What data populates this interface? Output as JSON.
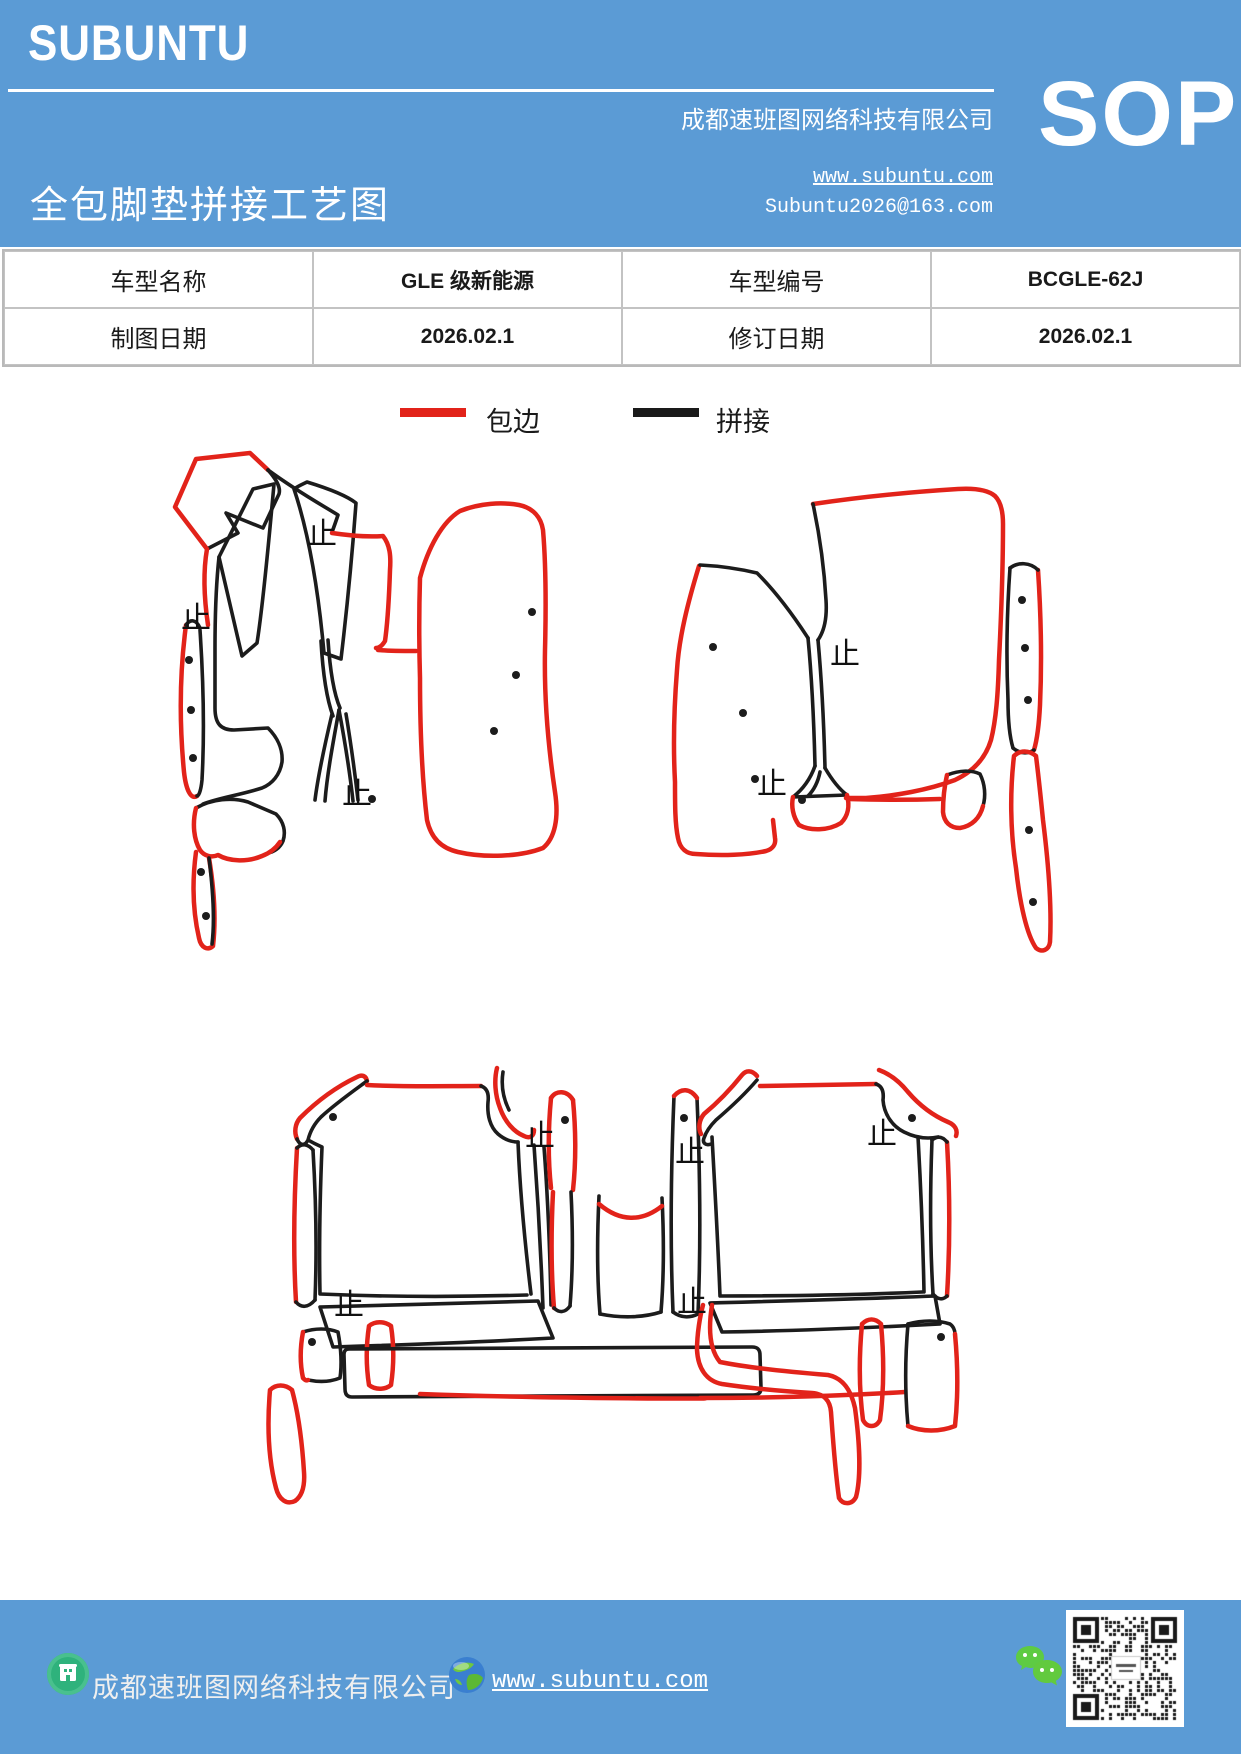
{
  "header": {
    "brand": "SUBUNTU",
    "title": "全包脚垫拼接工艺图",
    "company": "成都速班图网络科技有限公司",
    "website": "www.subuntu.com",
    "email": "Subuntu2026@163.com",
    "sop_badge": "SOP"
  },
  "table": {
    "rows": [
      [
        "车型名称",
        "GLE 级新能源",
        "车型编号",
        "BCGLE-62J"
      ],
      [
        "制图日期",
        "2026.02.1",
        "修订日期",
        "2026.02.1"
      ]
    ]
  },
  "legend": {
    "items": [
      {
        "label": "包边",
        "color": "#e2231a",
        "meaning": "edge-binding line"
      },
      {
        "label": "拼接",
        "color": "#1a1a1a",
        "meaning": "splicing line"
      }
    ]
  },
  "diagram": {
    "tick_glyph": "止",
    "stroke_red": "#e2231a",
    "stroke_black": "#1c1c1c",
    "content": "full-surround car floor mat cutting pieces, front row group and rear row group"
  },
  "footer": {
    "company": "成都速班图网络科技有限公司",
    "website": "www.subuntu.com",
    "icons": [
      "building-icon",
      "globe-icon",
      "wechat-icon",
      "qr-code"
    ]
  },
  "colors": {
    "accent_blue": "#5b9bd5",
    "table_border": "#c3c3c3"
  }
}
